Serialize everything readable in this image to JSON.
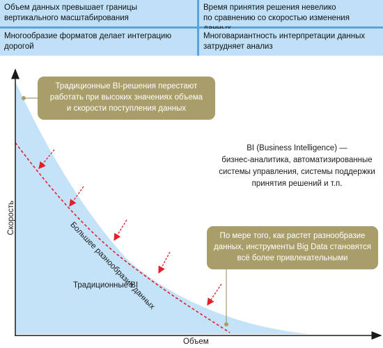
{
  "table": {
    "row1": {
      "left": [
        "Объем данных превышает границы",
        "вертикального масштабирования"
      ],
      "right": [
        "Время принятия решения невелико",
        "по сравнению со скоростью изменения данных"
      ]
    },
    "row2": {
      "left": [
        "Многообразие форматов делает интеграцию",
        "дорогой"
      ],
      "right": [
        "Многовариантность интерпретации данных",
        "затрудняет анализ"
      ]
    }
  },
  "callout_top": [
    "Традиционные BI-решения перестают",
    "работать при высоких значениях объема",
    "и скорости поступления данных"
  ],
  "callout_right": [
    "По мере того, как растет разнообразие",
    "данных, инструменты Big Data становятся",
    "всё более привлекательными"
  ],
  "bi_definition": [
    "BI (Business Intelligence) —",
    "бизнес-аналитика, автоматизированные",
    "системы управления, системы поддержки",
    "принятия решений и т.п."
  ],
  "region_label": "Традиционные BI",
  "curve_label": "Большее разнообразие данных",
  "axis": {
    "x": "Объем",
    "y": "Скорость"
  },
  "colors": {
    "table_border": "#5aa3df",
    "table_fill": "#bfe0f7",
    "region_fill": "#c4e3f8",
    "callout_fill": "#a99d6a",
    "dashed_curve": "#e0202a"
  }
}
